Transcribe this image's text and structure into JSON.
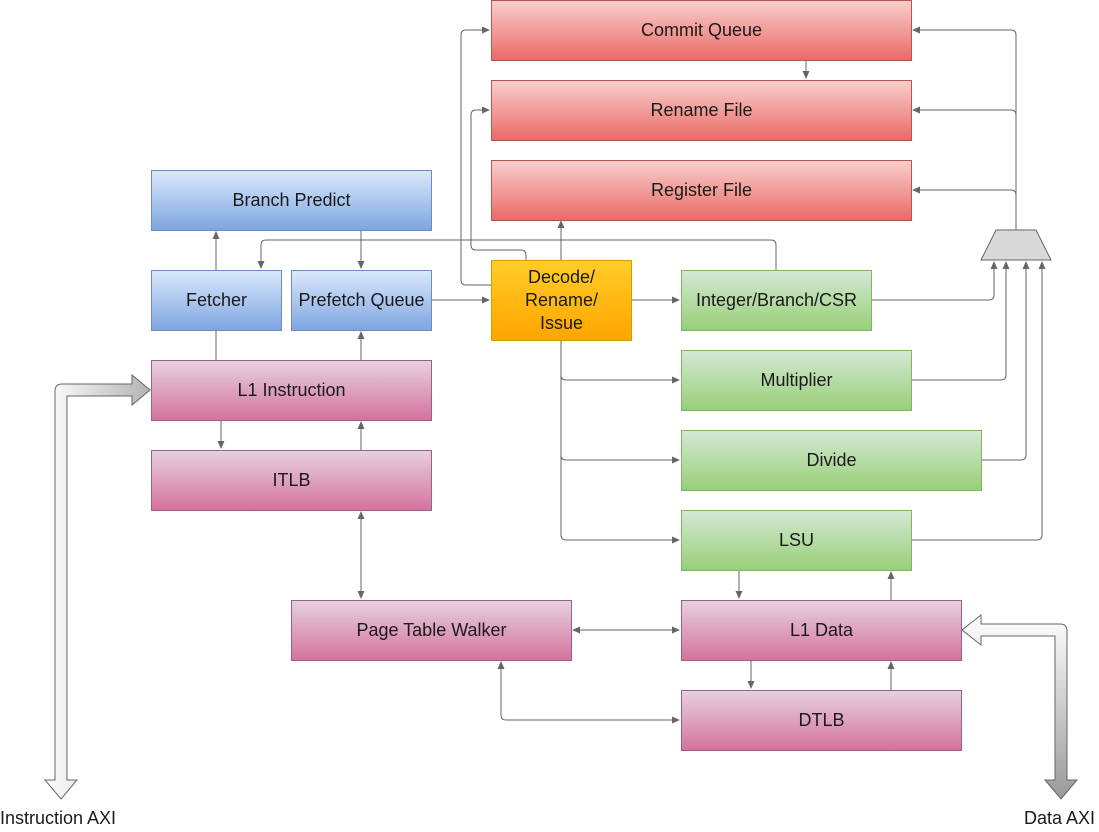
{
  "blocks": {
    "commit_queue": "Commit Queue",
    "rename_file": "Rename File",
    "register_file": "Register File",
    "branch_predict": "Branch Predict",
    "fetcher": "Fetcher",
    "prefetch_queue": "Prefetch Queue",
    "decode": "Decode/\nRename/\nIssue",
    "integer_branch_csr": "Integer/Branch/CSR",
    "multiplier": "Multiplier",
    "divide": "Divide",
    "lsu": "LSU",
    "l1_instruction": "L1 Instruction",
    "itlb": "ITLB",
    "page_table_walker": "Page Table Walker",
    "l1_data": "L1 Data",
    "dtlb": "DTLB"
  },
  "external": {
    "instruction_axi": "Instruction AXI",
    "data_axi": "Data AXI"
  },
  "colors": {
    "storage": "#ea6b66",
    "frontend": "#7ea6e0",
    "memory": "#d5739d",
    "execute": "#97d077",
    "decode": "#ffa500",
    "wire": "#666666"
  }
}
